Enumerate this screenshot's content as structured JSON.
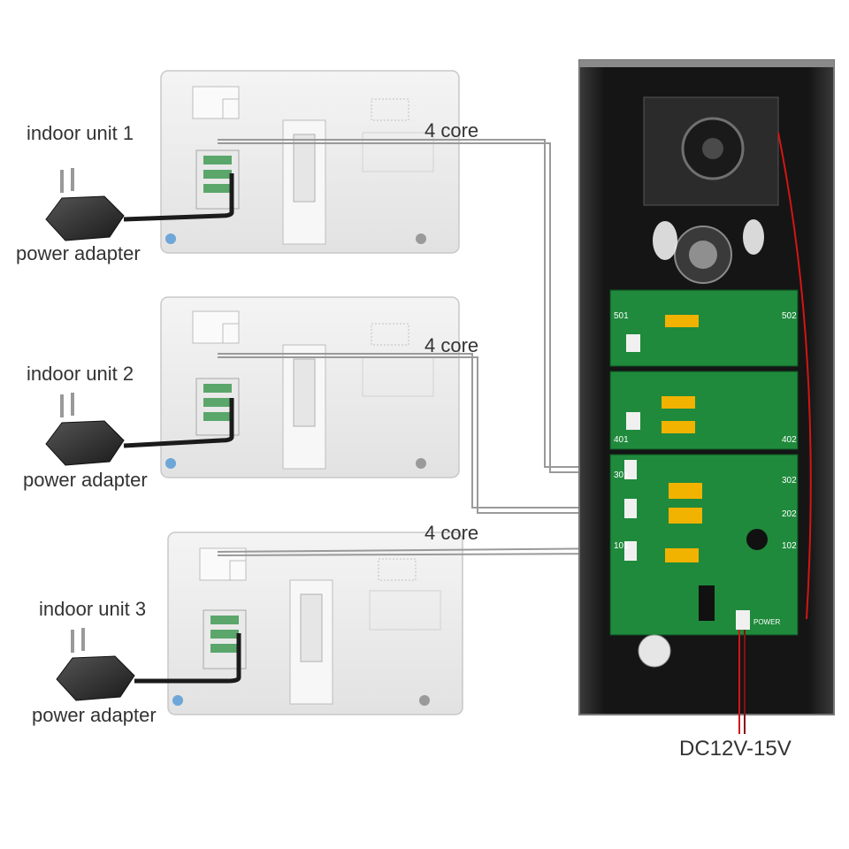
{
  "labels": {
    "unit1": "indoor unit 1",
    "unit2": "indoor unit 2",
    "unit3": "indoor unit 3",
    "adapter1": "power adapter",
    "adapter2": "power adapter",
    "adapter3": "power adapter",
    "core1": "4 core",
    "core2": "4 core",
    "core3": "4 core",
    "power_supply": "DC12V-15V"
  },
  "board_ports": {
    "top_left": "501",
    "top_right": "502",
    "mid_left": "401",
    "mid_right": "402",
    "low_left": "301",
    "low_right": "302",
    "port_202": "202",
    "port_101": "101",
    "port_102": "102",
    "power_label": "POWER"
  },
  "colors": {
    "wire": "#9a9a9a",
    "pcb": "#1f8a3c",
    "relay": "#f2b200",
    "panel": "#1c1c1c",
    "red_wire": "#d41515"
  }
}
